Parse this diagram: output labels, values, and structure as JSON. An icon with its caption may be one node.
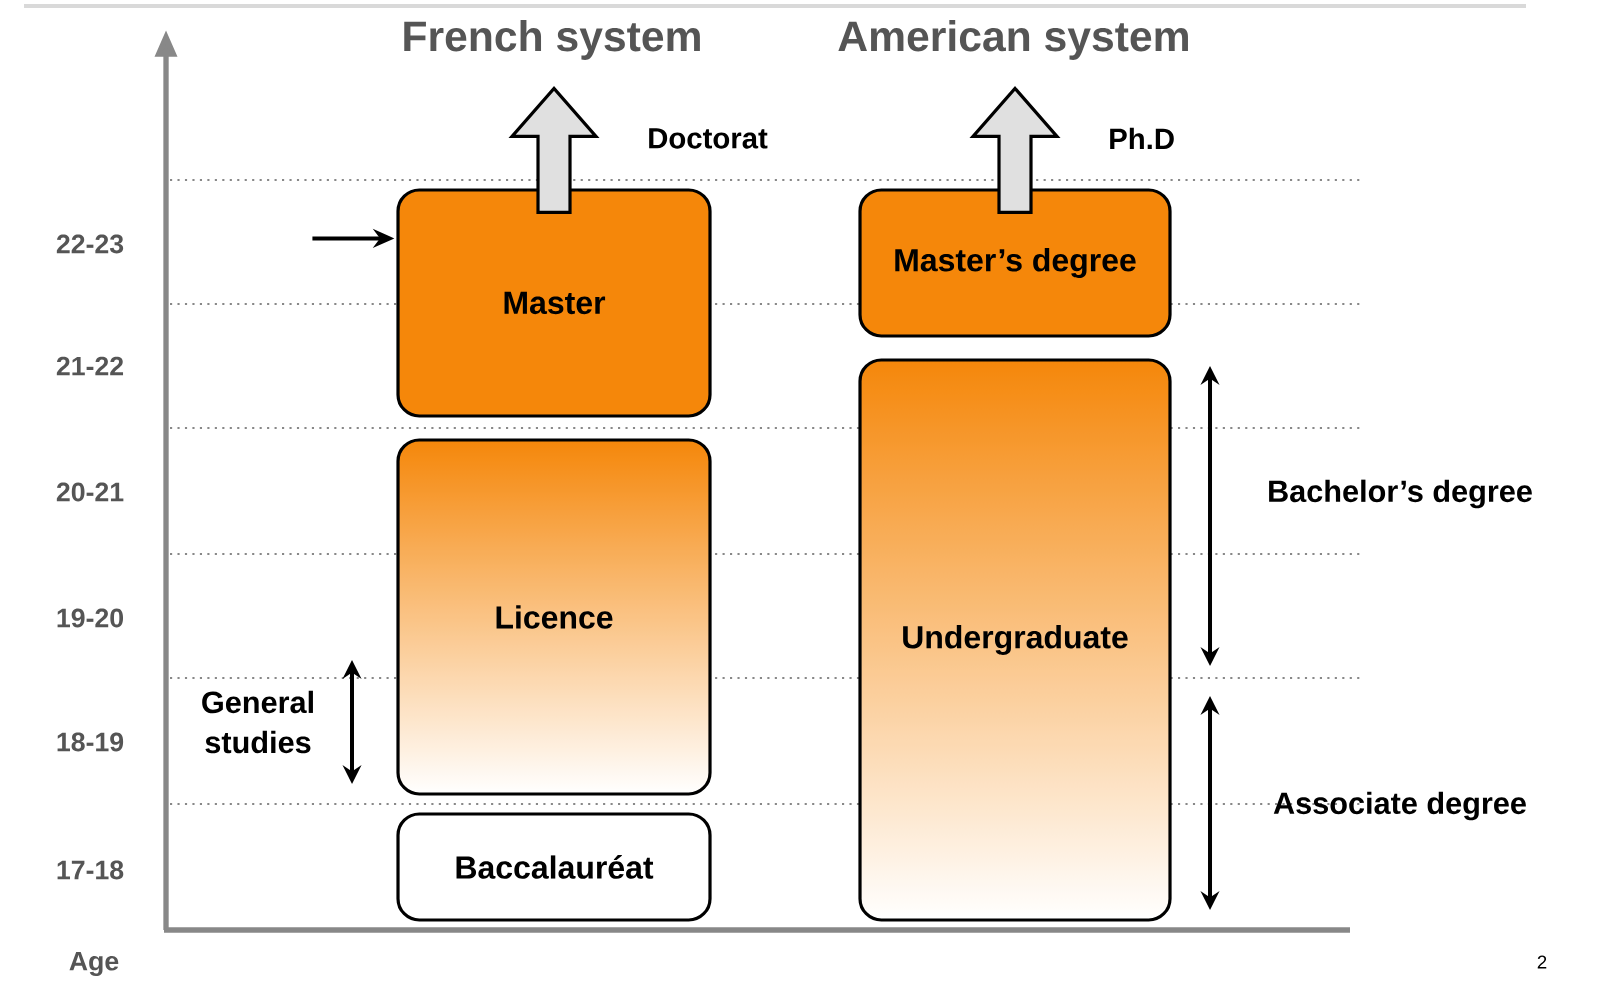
{
  "diagram": {
    "nodes": [
      {
        "text": [
          "Master"
        ]
      },
      {
        "text": [
          "Licence"
        ]
      },
      {
        "text": [
          "Baccalauréat"
        ]
      },
      {
        "text": [
          "Master’s degree"
        ]
      },
      {
        "text": [
          "Undergraduate"
        ]
      }
    ],
    "edges": [
      {
        "from": 0,
        "to": null,
        "arrow": "to",
        "label": "Doctorat"
      },
      {
        "from": 3,
        "to": null,
        "arrow": "to",
        "label": "Ph.D"
      },
      {
        "from": null,
        "to": 0,
        "arrow": "to"
      }
    ],
    "labels": [
      "French system",
      "American system",
      "22-23",
      "21-22",
      "20-21",
      "19-20",
      "General studies",
      "18-19",
      "17-18",
      "Age",
      "2",
      "Bachelor’s degree",
      "Associate degree"
    ]
  }
}
